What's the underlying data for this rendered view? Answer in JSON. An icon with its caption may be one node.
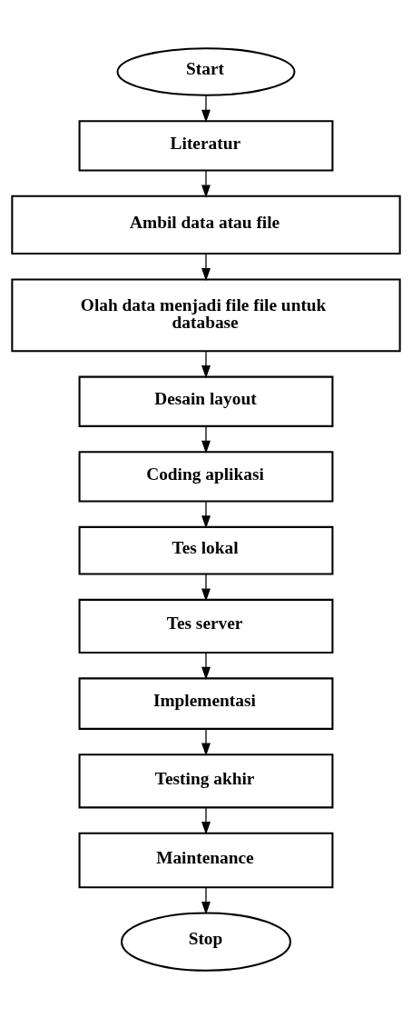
{
  "diagram": {
    "nodes": [
      {
        "text": [
          "Start"
        ]
      },
      {
        "text": [
          "Literatur"
        ]
      },
      {
        "text": [
          "Ambil data atau file"
        ]
      },
      {
        "text": [
          "Olah data menjadi file file untuk database"
        ]
      },
      {
        "text": [
          "Desain layout"
        ]
      },
      {
        "text": [
          "Coding aplikasi"
        ]
      },
      {
        "text": [
          "Tes lokal"
        ]
      },
      {
        "text": [
          "Tes server"
        ]
      },
      {
        "text": [
          "Implementasi"
        ]
      },
      {
        "text": [
          "Testing akhir"
        ]
      },
      {
        "text": [
          "Maintenance"
        ]
      },
      {
        "text": [
          "Stop"
        ]
      }
    ],
    "edges": [
      {
        "from": 0,
        "to": 1,
        "arrow": "to"
      },
      {
        "from": 1,
        "to": 2,
        "arrow": "to"
      },
      {
        "from": 2,
        "to": 3,
        "arrow": "to"
      },
      {
        "from": 3,
        "to": 4,
        "arrow": "to"
      },
      {
        "from": 4,
        "to": 5,
        "arrow": "to"
      },
      {
        "from": 5,
        "to": 6,
        "arrow": "to"
      },
      {
        "from": 6,
        "to": 7,
        "arrow": "to"
      },
      {
        "from": 7,
        "to": 8,
        "arrow": "to"
      },
      {
        "from": 8,
        "to": 9,
        "arrow": "to"
      },
      {
        "from": 9,
        "to": 10,
        "arrow": "to"
      },
      {
        "from": 10,
        "to": 11,
        "arrow": "to"
      }
    ]
  }
}
